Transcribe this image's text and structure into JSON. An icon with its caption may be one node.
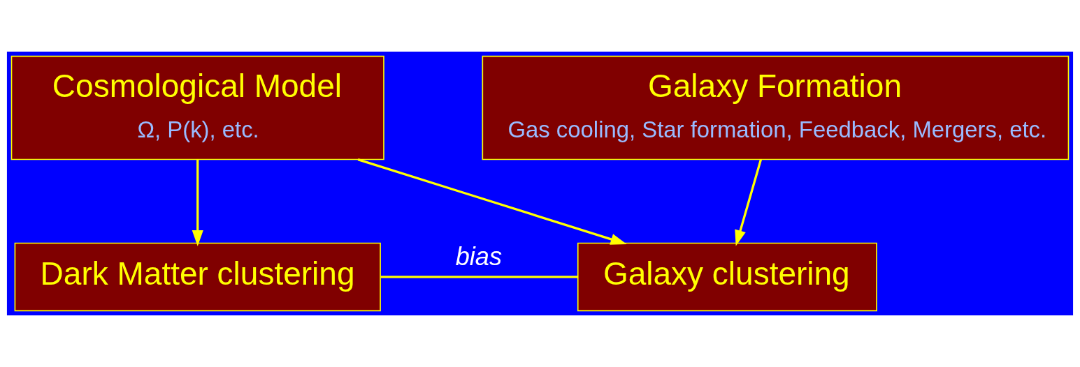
{
  "diagram": {
    "nodes": [
      {
        "text": [
          "Cosmological Model",
          "Ω, P(k), etc."
        ]
      },
      {
        "text": [
          "Galaxy Formation",
          "Gas cooling, Star formation, Feedback, Mergers, etc."
        ]
      },
      {
        "text": [
          "Dark Matter clustering"
        ]
      },
      {
        "text": [
          "Galaxy clustering"
        ]
      }
    ],
    "edges": [
      {
        "from": 0,
        "to": 2,
        "arrow": "to"
      },
      {
        "from": 0,
        "to": 3,
        "arrow": "to"
      },
      {
        "from": 1,
        "to": 3,
        "arrow": "to"
      },
      {
        "from": 2,
        "to": 3,
        "arrow": "none",
        "label": "bias"
      }
    ]
  }
}
